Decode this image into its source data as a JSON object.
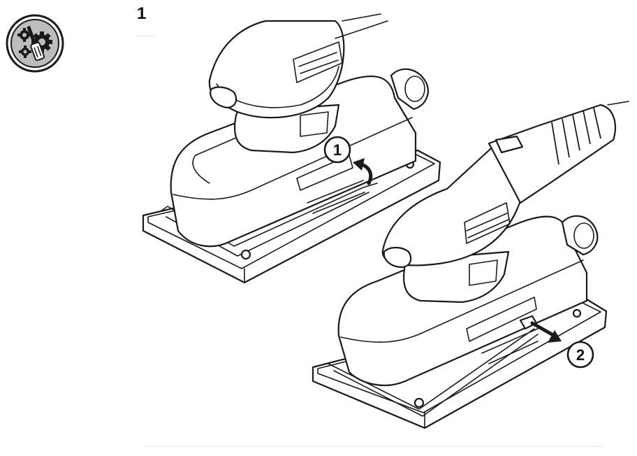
{
  "figure": {
    "number": "1"
  },
  "steps": [
    {
      "label": "1"
    },
    {
      "label": "2"
    }
  ],
  "icons": {
    "badge": "tools-gears-icon"
  },
  "colors": {
    "badge_fill": "#bdbdbd",
    "line": "#1a1a1a"
  }
}
